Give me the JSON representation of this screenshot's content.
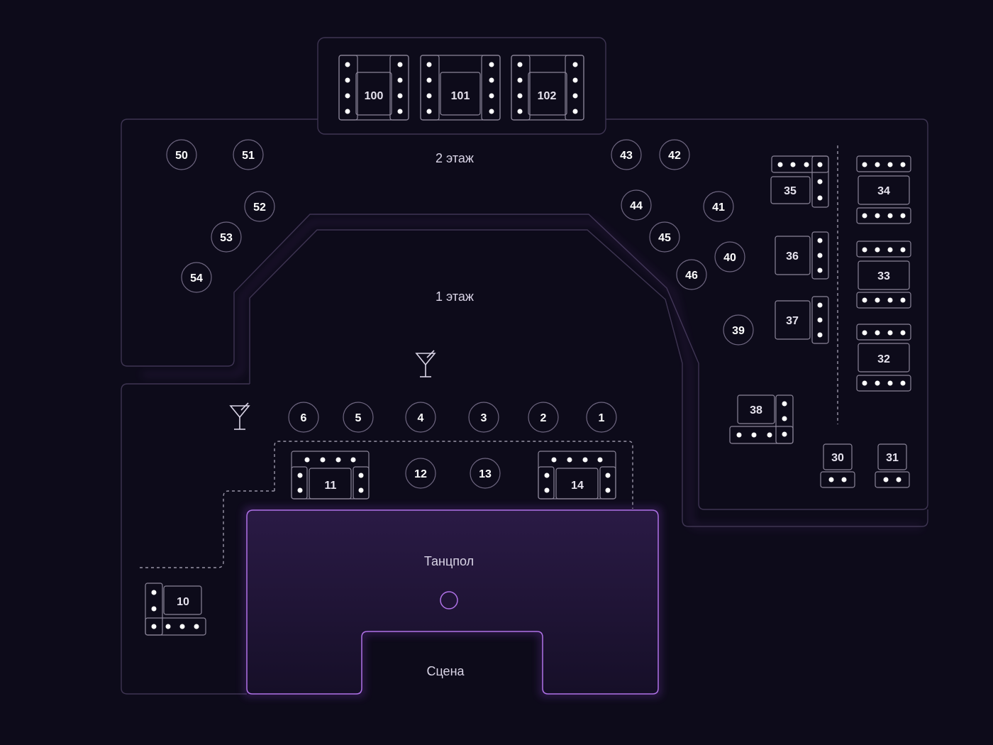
{
  "areas": {
    "floor2": "2 этаж",
    "floor1": "1 этаж",
    "dancefloor": "Танцпол",
    "stage": "Сцена"
  },
  "colors": {
    "background": "#0d0b1a",
    "accent": "#a35ae0",
    "outline": "#3e3552",
    "text": "#ffffff"
  },
  "icons": [
    "cocktail-icon",
    "stage-light-icon"
  ],
  "tables": {
    "vip": [
      "100",
      "101",
      "102"
    ],
    "round_left": [
      "50",
      "51",
      "52",
      "53",
      "54"
    ],
    "round_right": [
      "43",
      "42",
      "44",
      "41",
      "45",
      "40",
      "46",
      "39"
    ],
    "booths_right": [
      "35",
      "36",
      "37",
      "38"
    ],
    "sofas_far_right": [
      "34",
      "33",
      "32"
    ],
    "small": [
      "30",
      "31"
    ],
    "round_row": [
      "6",
      "5",
      "4",
      "3",
      "2",
      "1"
    ],
    "round_mid": [
      "12",
      "13"
    ],
    "booths_bottom": [
      "11",
      "14",
      "10"
    ]
  }
}
